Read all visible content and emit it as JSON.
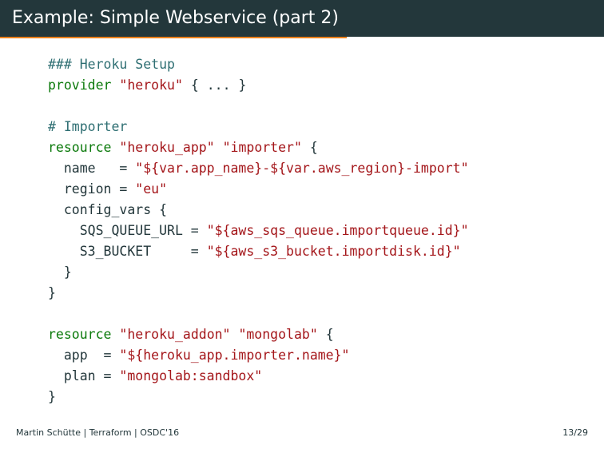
{
  "slide": {
    "title": "Example: Simple Webservice (part 2)"
  },
  "accent_colors": {
    "title_bar": "#23373b",
    "title_rule": "#eb811b",
    "comment": "#2f6f73",
    "keyword": "#0c7a0c",
    "string": "#a4161a",
    "text": "#23373b"
  },
  "code": {
    "lines": [
      [
        {
          "t": "### Heroku Setup",
          "k": "comment"
        }
      ],
      [
        {
          "t": "provider",
          "k": "keyword"
        },
        {
          "t": " ",
          "k": "plain"
        },
        {
          "t": "\"heroku\"",
          "k": "string"
        },
        {
          "t": " { ... }",
          "k": "plain"
        }
      ],
      [],
      [
        {
          "t": "# Importer",
          "k": "comment"
        }
      ],
      [
        {
          "t": "resource",
          "k": "keyword"
        },
        {
          "t": " ",
          "k": "plain"
        },
        {
          "t": "\"heroku_app\"",
          "k": "string"
        },
        {
          "t": " ",
          "k": "plain"
        },
        {
          "t": "\"importer\"",
          "k": "string"
        },
        {
          "t": " {",
          "k": "plain"
        }
      ],
      [
        {
          "t": "  name   = ",
          "k": "plain"
        },
        {
          "t": "\"${var.app_name}-${var.aws_region}-import\"",
          "k": "string"
        }
      ],
      [
        {
          "t": "  region = ",
          "k": "plain"
        },
        {
          "t": "\"eu\"",
          "k": "string"
        }
      ],
      [
        {
          "t": "  config_vars {",
          "k": "plain"
        }
      ],
      [
        {
          "t": "    SQS_QUEUE_URL = ",
          "k": "plain"
        },
        {
          "t": "\"${aws_sqs_queue.importqueue.id}\"",
          "k": "string"
        }
      ],
      [
        {
          "t": "    S3_BUCKET     = ",
          "k": "plain"
        },
        {
          "t": "\"${aws_s3_bucket.importdisk.id}\"",
          "k": "string"
        }
      ],
      [
        {
          "t": "  }",
          "k": "plain"
        }
      ],
      [
        {
          "t": "}",
          "k": "plain"
        }
      ],
      [],
      [
        {
          "t": "resource",
          "k": "keyword"
        },
        {
          "t": " ",
          "k": "plain"
        },
        {
          "t": "\"heroku_addon\"",
          "k": "string"
        },
        {
          "t": " ",
          "k": "plain"
        },
        {
          "t": "\"mongolab\"",
          "k": "string"
        },
        {
          "t": " {",
          "k": "plain"
        }
      ],
      [
        {
          "t": "  app  = ",
          "k": "plain"
        },
        {
          "t": "\"${heroku_app.importer.name}\"",
          "k": "string"
        }
      ],
      [
        {
          "t": "  plan = ",
          "k": "plain"
        },
        {
          "t": "\"mongolab:sandbox\"",
          "k": "string"
        }
      ],
      [
        {
          "t": "}",
          "k": "plain"
        }
      ]
    ]
  },
  "footer": {
    "author": "Martin Schütte",
    "topic": "Terraform",
    "event": "OSDC'16",
    "separator": "|",
    "page": "13/29"
  }
}
